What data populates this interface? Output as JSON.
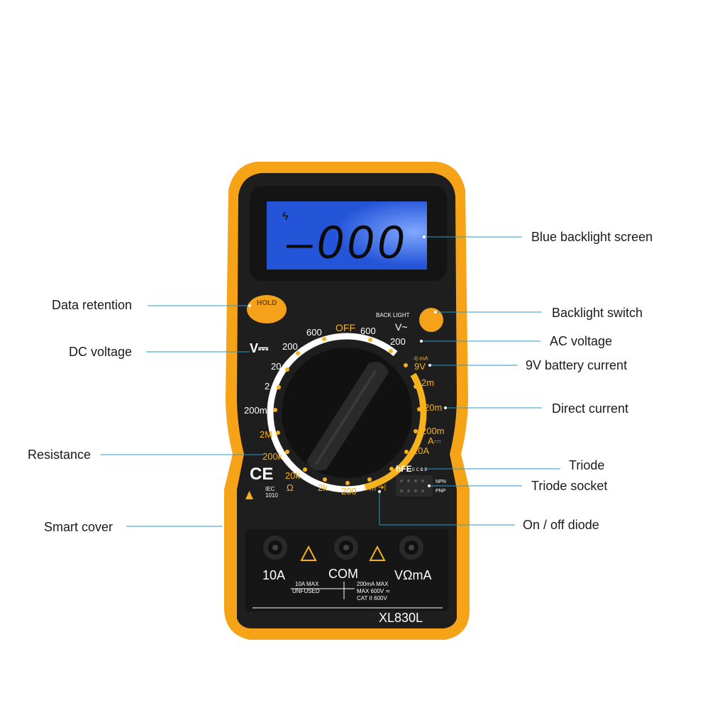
{
  "colors": {
    "case_orange": "#F7A318",
    "body_black": "#1C1C1C",
    "lcd_blue": "#2454D8",
    "accent_yellow": "#F5B21C",
    "leader_line": "#2E9BC8"
  },
  "display": {
    "bolt": "ϟ",
    "reading": "–000"
  },
  "buttons": {
    "hold": "HOLD",
    "backlight": "BACK LIGHT"
  },
  "dial": {
    "off": "OFF",
    "v_ac_symbol": "V~",
    "v_dc_symbol": "V⎓",
    "dcv": [
      "600",
      "200",
      "20",
      "2",
      "200m"
    ],
    "acv": [
      "600",
      "200"
    ],
    "battery_symbol": "-I|-mA",
    "battery": "9V",
    "dca": [
      "2m",
      "20m",
      "200m"
    ],
    "amp_symbol": "A⎓",
    "amp_10a": "10A",
    "hfe": "hFE",
    "hfe_pins": "E C B E",
    "diode_symbol": "•))) ➔|",
    "ohm": [
      "2M",
      "200k",
      "20k",
      "2k",
      "200"
    ],
    "ohm_symbol": "Ω",
    "npn": "NPN",
    "pnp": "PNP",
    "ce": "CE",
    "iec": "IEC\n1010"
  },
  "jacks": {
    "left": "10A",
    "center": "COM",
    "right": "VΩmA",
    "left_note_1": "10A MAX",
    "left_note_2": "UNFUSED",
    "right_note_1": "200mA MAX",
    "right_note_2": "MAX 600V ≂",
    "right_note_3": "CAT II 600V"
  },
  "model": "XL830L",
  "callouts": {
    "blue_backlight": "Blue backlight screen",
    "data_retention": "Data retention",
    "backlight_switch": "Backlight switch",
    "dc_voltage": "DC voltage",
    "ac_voltage": "AC voltage",
    "battery_current": "9V battery current",
    "direct_current": "Direct current",
    "resistance": "Resistance",
    "triode": "Triode",
    "triode_socket": "Triode socket",
    "smart_cover": "Smart cover",
    "on_off_diode": "On / off diode"
  }
}
